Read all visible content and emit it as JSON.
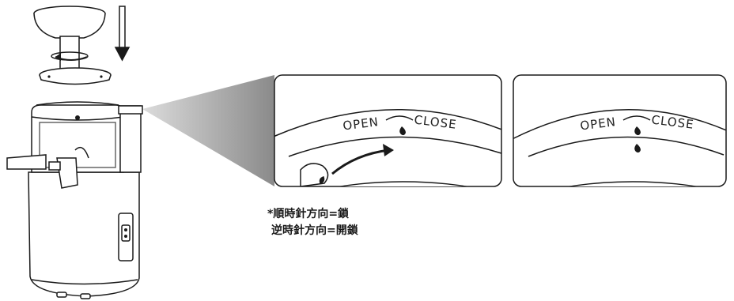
{
  "panels": [
    {
      "open_label": "OPEN",
      "close_label": "CLOSE",
      "state": "turning-clockwise"
    },
    {
      "open_label": "OPEN",
      "close_label": "CLOSE",
      "state": "locked"
    }
  ],
  "notes": {
    "line1": "*順時針方向=鎖",
    "line2": "逆時針方向=開鎖"
  }
}
